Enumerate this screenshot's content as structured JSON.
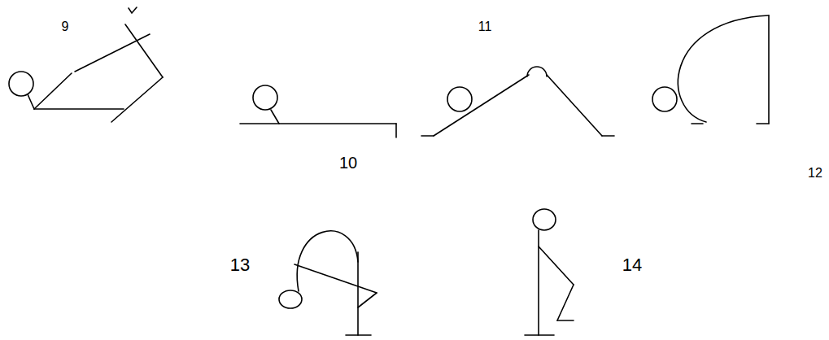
{
  "diagram": {
    "labels": [
      "9",
      "10",
      "11",
      "12",
      "13",
      "14"
    ]
  }
}
